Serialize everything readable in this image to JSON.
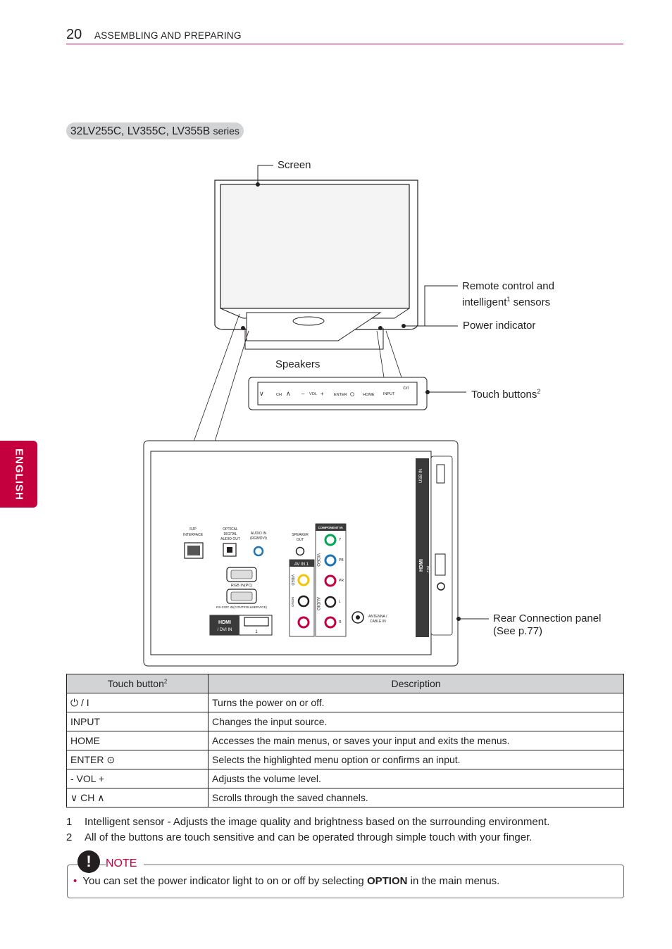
{
  "header": {
    "page_number": "20",
    "section": "ASSEMBLING AND PREPARING"
  },
  "side_tab": {
    "label": "ENGLISH"
  },
  "series": {
    "models": "32LV255C, LV355C, LV355B",
    "suffix": "series"
  },
  "callouts": {
    "screen": "Screen",
    "sensors_line1": "Remote control and",
    "sensors_line2": "intelligent",
    "sensors_sup": "1",
    "sensors_line2_end": " sensors",
    "power_indicator": "Power indicator",
    "speakers": "Speakers",
    "touch_buttons": "Touch buttons",
    "touch_buttons_sup": "2",
    "rear_panel_line1": "Rear Connection panel",
    "rear_panel_line2": "(See p.77)"
  },
  "touch_strip": {
    "ch": "CH",
    "vol": "VOL",
    "enter": "ENTER",
    "home": "HOME",
    "input": "INPUT"
  },
  "rear_panel": {
    "rjp": [
      "RJP",
      "INTERFACE"
    ],
    "optical": [
      "OPTICAL",
      "DIGITAL",
      "AUDIO OUT"
    ],
    "audio_in": [
      "AUDIO IN",
      "(RGB/DVI)"
    ],
    "speaker_out": [
      "SPEAKER",
      "OUT"
    ],
    "rgb_in": "RGB IN(PC)",
    "rs232c": "RS-232C IN(CONTROL&SERVICE)",
    "hdmi_logo": "HDMI",
    "dvi_in": "/ DVI IN",
    "hdmi_1": "1",
    "component_in": "COMPONENT IN",
    "av_in_1": "AV IN 1",
    "video": "VIDEO",
    "audio": "AUDIO",
    "mono": "MONO",
    "y": "Y",
    "pb": "PB",
    "pr": "PR",
    "l": "L",
    "r": "R",
    "antenna": [
      "ANTENNA /",
      "CABLE IN"
    ],
    "usb_in": "USB IN",
    "in_2": "IN 2"
  },
  "table": {
    "headers": [
      "Touch button",
      "Description"
    ],
    "header_sup": "2",
    "rows": [
      {
        "button": "⏻ / I",
        "description": "Turns the power on or off."
      },
      {
        "button": "INPUT",
        "description": "Changes the input source."
      },
      {
        "button": "HOME",
        "description": "Accesses the main menus, or saves your input and exits the menus."
      },
      {
        "button": "ENTER ⊙",
        "description": "Selects the highlighted menu option or confirms an input."
      },
      {
        "button": "- VOL +",
        "description": "Adjusts the volume level."
      },
      {
        "button": "∨ CH ∧",
        "description": "Scrolls through the saved channels."
      }
    ]
  },
  "footnotes": [
    {
      "num": "1",
      "text": "Intelligent sensor - Adjusts the image quality and brightness based on the surrounding environment."
    },
    {
      "num": "2",
      "text": "All of the buttons are touch sensitive and can be operated through simple touch with your finger."
    }
  ],
  "note": {
    "icon": "!",
    "label": "NOTE",
    "bullet": "•",
    "text_before": "You can set the power indicator light to on or off by selecting ",
    "text_bold": "OPTION",
    "text_after": " in the main menus."
  },
  "colors": {
    "accent": "#c5003e",
    "pill": "#d1d3d4",
    "text": "#231f20"
  }
}
